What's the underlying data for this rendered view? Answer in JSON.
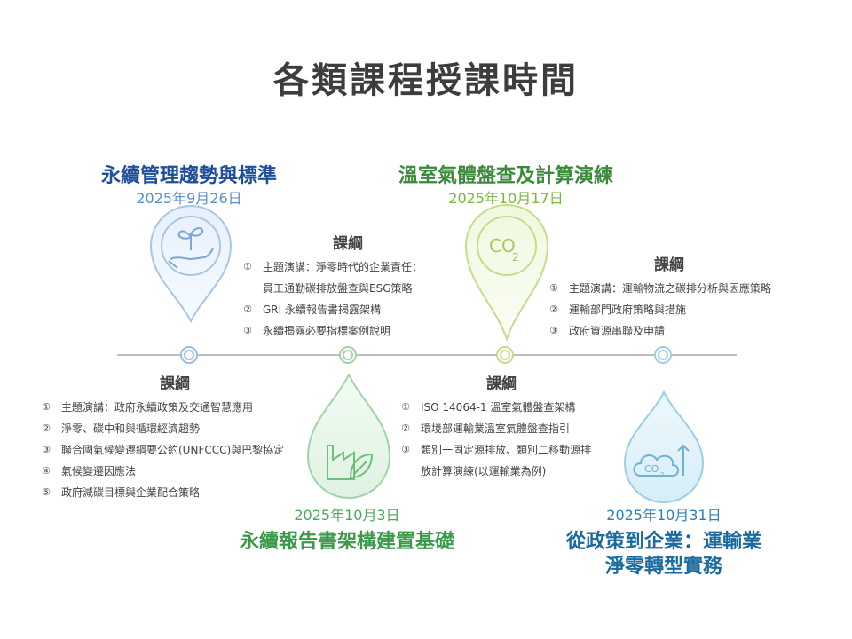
{
  "page_title": "各類課程授課時間",
  "courses": [
    {
      "title": "永續管理趨勢與標準",
      "date": "2025年9月26日",
      "color": "#1f4e9c",
      "date_color": "#5a8fd0"
    },
    {
      "title": "永續報告書架構建置基礎",
      "date": "2025年10月3日",
      "color": "#3a9a4a",
      "date_color": "#4aa85a"
    },
    {
      "title": "溫室氣體盤查及計算演練",
      "date": "2025年10月17日",
      "color": "#3a8a3a",
      "date_color": "#7ab83a"
    },
    {
      "title_lines": [
        "從政策到企業：運輸業",
        "淨零轉型實務"
      ],
      "date": "2025年10月31日",
      "color": "#1a6aa0",
      "date_color": "#2a80b8"
    }
  ],
  "outlines": [
    {
      "heading": "課綱",
      "items": [
        {
          "num": "①",
          "text": "主題演講：淨零時代的企業責任："
        },
        {
          "num": "",
          "text": "員工通勤碳排放盤查與ESG策略"
        },
        {
          "num": "②",
          "text": "GRI 永續報告書揭露架構"
        },
        {
          "num": "③",
          "text": "永續揭露必要指標案例說明"
        }
      ]
    },
    {
      "heading": "課綱",
      "items": [
        {
          "num": "①",
          "text": "主題演講：政府永續政策及交通智慧應用"
        },
        {
          "num": "②",
          "text": "淨零、碳中和與循環經濟趨勢"
        },
        {
          "num": "③",
          "text": "聯合國氣候變遷綱要公約(UNFCCC)與巴黎協定"
        },
        {
          "num": "④",
          "text": "氣候變遷因應法"
        },
        {
          "num": "⑤",
          "text": "政府減碳目標與企業配合策略"
        }
      ]
    },
    {
      "heading": "課綱",
      "items": [
        {
          "num": "①",
          "text": "ISO 14064-1 溫室氣體盤查架構"
        },
        {
          "num": "②",
          "text": "環境部運輸業溫室氣體盤查指引"
        },
        {
          "num": "③",
          "text": "類別一固定源排放、類別二移動源排"
        },
        {
          "num": "",
          "text": "放計算演練(以運輸業為例)"
        }
      ]
    },
    {
      "heading": "課綱",
      "items": [
        {
          "num": "①",
          "text": "主題演講：運輸物流之碳排分析與因應策略"
        },
        {
          "num": "②",
          "text": "運輸部門政府策略與措施"
        },
        {
          "num": "③",
          "text": "政府資源串聯及申請"
        }
      ]
    }
  ],
  "icons": [
    {
      "name": "plant-hand-icon"
    },
    {
      "name": "factory-leaf-icon"
    },
    {
      "name": "co2-icon",
      "label": "CO",
      "sub": "2"
    },
    {
      "name": "co2-cloud-icon",
      "label": "CO",
      "sub": "2"
    }
  ]
}
